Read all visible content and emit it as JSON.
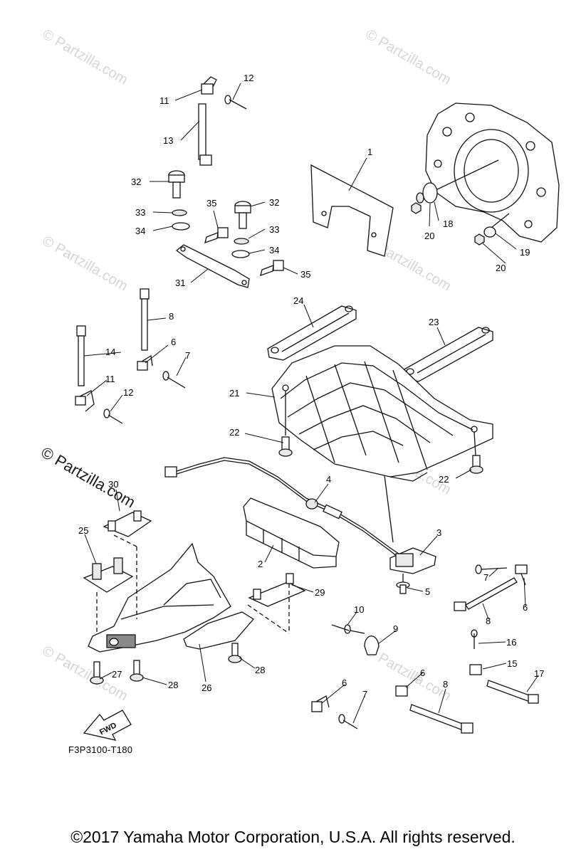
{
  "watermark": {
    "small": "© Partzilla.com",
    "large": "© Partzilla.com"
  },
  "drawing_code": "F3P3100-T180",
  "copyright": "©2017  Yamaha Motor Corporation, U.S.A. All rights reserved.",
  "fwd_label": "FWD",
  "callouts": {
    "p1": "1",
    "p2": "2",
    "p3": "3",
    "p4": "4",
    "p5": "5",
    "p6a": "6",
    "p6b": "6",
    "p6c": "6",
    "p6d": "6",
    "p7a": "7",
    "p7b": "7",
    "p7c": "7",
    "p8a": "8",
    "p8b": "8",
    "p8c": "8",
    "p9": "9",
    "p10": "10",
    "p11a": "11",
    "p11b": "11",
    "p12a": "12",
    "p12b": "12",
    "p13": "13",
    "p14": "14",
    "p15": "15",
    "p16": "16",
    "p17": "17",
    "p18": "18",
    "p19": "19",
    "p20a": "20",
    "p20b": "20",
    "p21": "21",
    "p22a": "22",
    "p22b": "22",
    "p23": "23",
    "p24": "24",
    "p25": "25",
    "p26": "26",
    "p27": "27",
    "p28a": "28",
    "p28b": "28",
    "p29": "29",
    "p30": "30",
    "p31": "31",
    "p32a": "32",
    "p32b": "32",
    "p33a": "33",
    "p33b": "33",
    "p34a": "34",
    "p34b": "34",
    "p35a": "35",
    "p35b": "35"
  }
}
